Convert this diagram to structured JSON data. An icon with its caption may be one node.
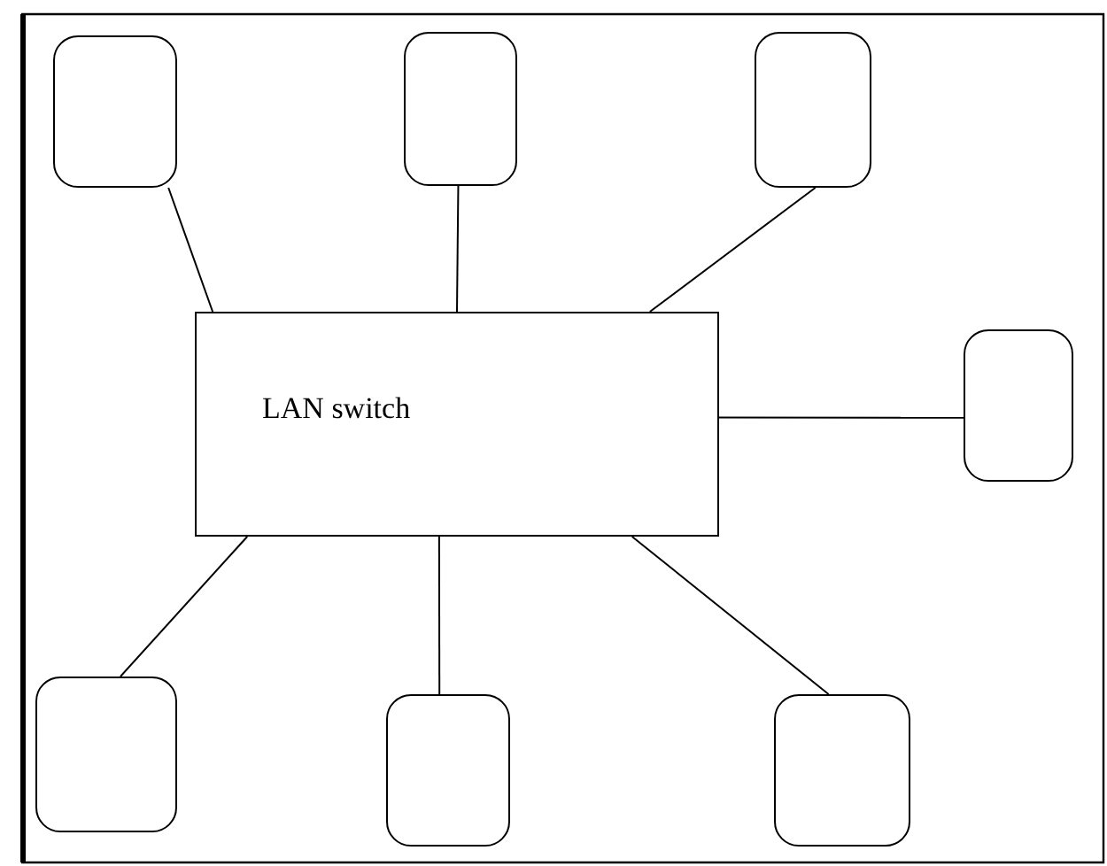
{
  "diagram": {
    "nodes": [
      {
        "text": [],
        "shape": "box"
      },
      {
        "text": [],
        "shape": "box"
      },
      {
        "text": [],
        "shape": "box"
      },
      {
        "text": [
          "LAN switch"
        ]
      },
      {
        "text": [],
        "shape": "box"
      },
      {
        "text": [],
        "shape": "box"
      },
      {
        "text": [],
        "shape": "box"
      },
      {
        "text": [],
        "shape": "box"
      }
    ],
    "edges": [
      {
        "from": 3,
        "to": 0,
        "arrow": "none"
      },
      {
        "from": 3,
        "to": 1,
        "arrow": "none"
      },
      {
        "from": 3,
        "to": 2,
        "arrow": "none"
      },
      {
        "from": 3,
        "to": 4,
        "arrow": "none"
      },
      {
        "from": 3,
        "to": 5,
        "arrow": "none"
      },
      {
        "from": 3,
        "to": 6,
        "arrow": "none"
      },
      {
        "from": 3,
        "to": 7,
        "arrow": "none"
      }
    ]
  }
}
